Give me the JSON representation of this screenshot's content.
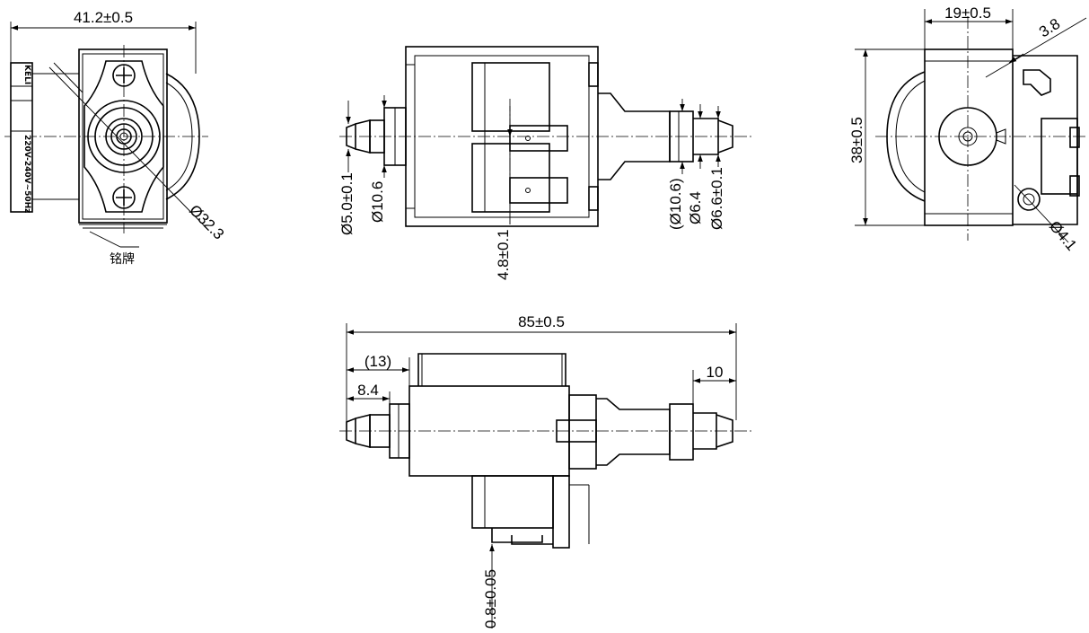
{
  "dimensions": {
    "front_width": "41.2±0.5",
    "front_diameter": "Ø32.3",
    "nameplate": "铭牌",
    "inlet_barb": "Ø5.0±0.1",
    "inlet_flange": "Ø10.6",
    "pin_offset": "4.8±0.1",
    "outlet_flange": "(Ø10.6)",
    "outlet_bore": "Ø6.4",
    "outlet_barb": "Ø6.6±0.1",
    "side_width": "19±0.5",
    "side_clip": "3.8",
    "side_height": "38±0.5",
    "side_hole": "Ø4.1",
    "overall_length": "85±0.5",
    "inlet_length": "(13)",
    "inlet_barb_length": "8.4",
    "outlet_barb_length": "10",
    "terminal_thickness": "0.8±0.05"
  },
  "label_plate": {
    "brand": "KELI",
    "voltage": "220V-240V~50Hz"
  }
}
